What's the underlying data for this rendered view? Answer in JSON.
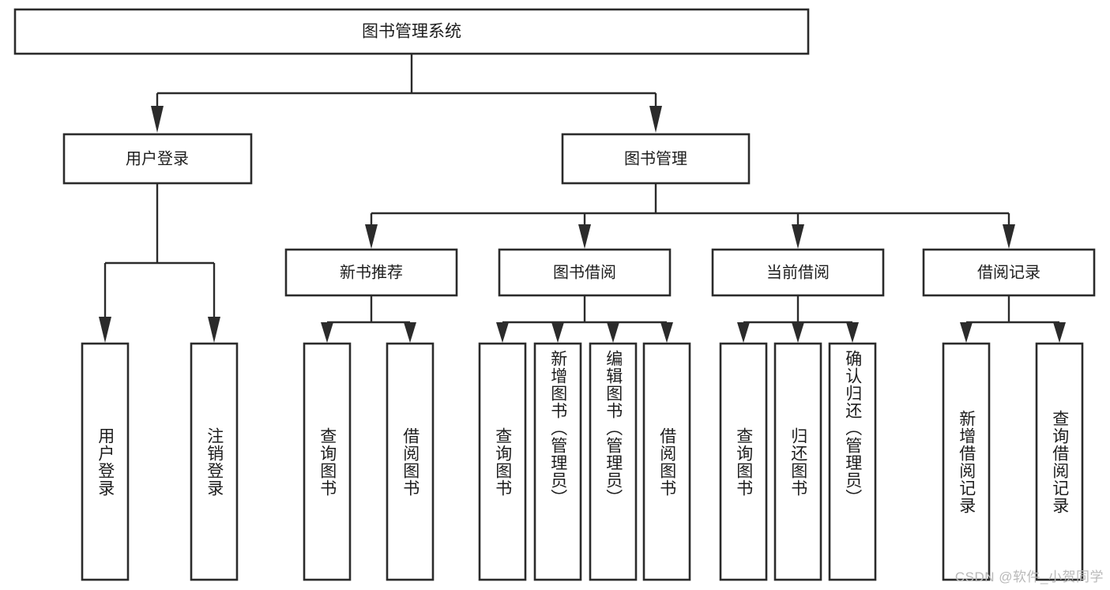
{
  "diagram": {
    "type": "hierarchy-tree",
    "title": "图书管理系统",
    "orientation": "top-down",
    "leaf_text_direction": "vertical",
    "colors": {
      "background": "#ffffff",
      "box_fill": "#ffffff",
      "box_stroke": "#2b2b2b",
      "text": "#1d1d1d",
      "watermark": "#b9b9b9"
    },
    "root": {
      "label": "图书管理系统"
    },
    "level2": [
      {
        "label": "用户登录"
      },
      {
        "label": "图书管理"
      }
    ],
    "level3": [
      {
        "label": "新书推荐"
      },
      {
        "label": "图书借阅"
      },
      {
        "label": "当前借阅"
      },
      {
        "label": "借阅记录"
      }
    ],
    "leaves": {
      "user_login": [
        "用户登录",
        "注销登录"
      ],
      "new_book_recommend": [
        "查询图书",
        "借阅图书"
      ],
      "book_borrow": [
        "查询图书",
        "新增图书（管理员）",
        "编辑图书（管理员）",
        "借阅图书"
      ],
      "current_borrow": [
        "查询图书",
        "归还图书",
        "确认归还（管理员）"
      ],
      "borrow_record": [
        "新增借阅记录",
        "查询借阅记录"
      ]
    },
    "watermark": "CSDN @软件_小贺同学"
  }
}
